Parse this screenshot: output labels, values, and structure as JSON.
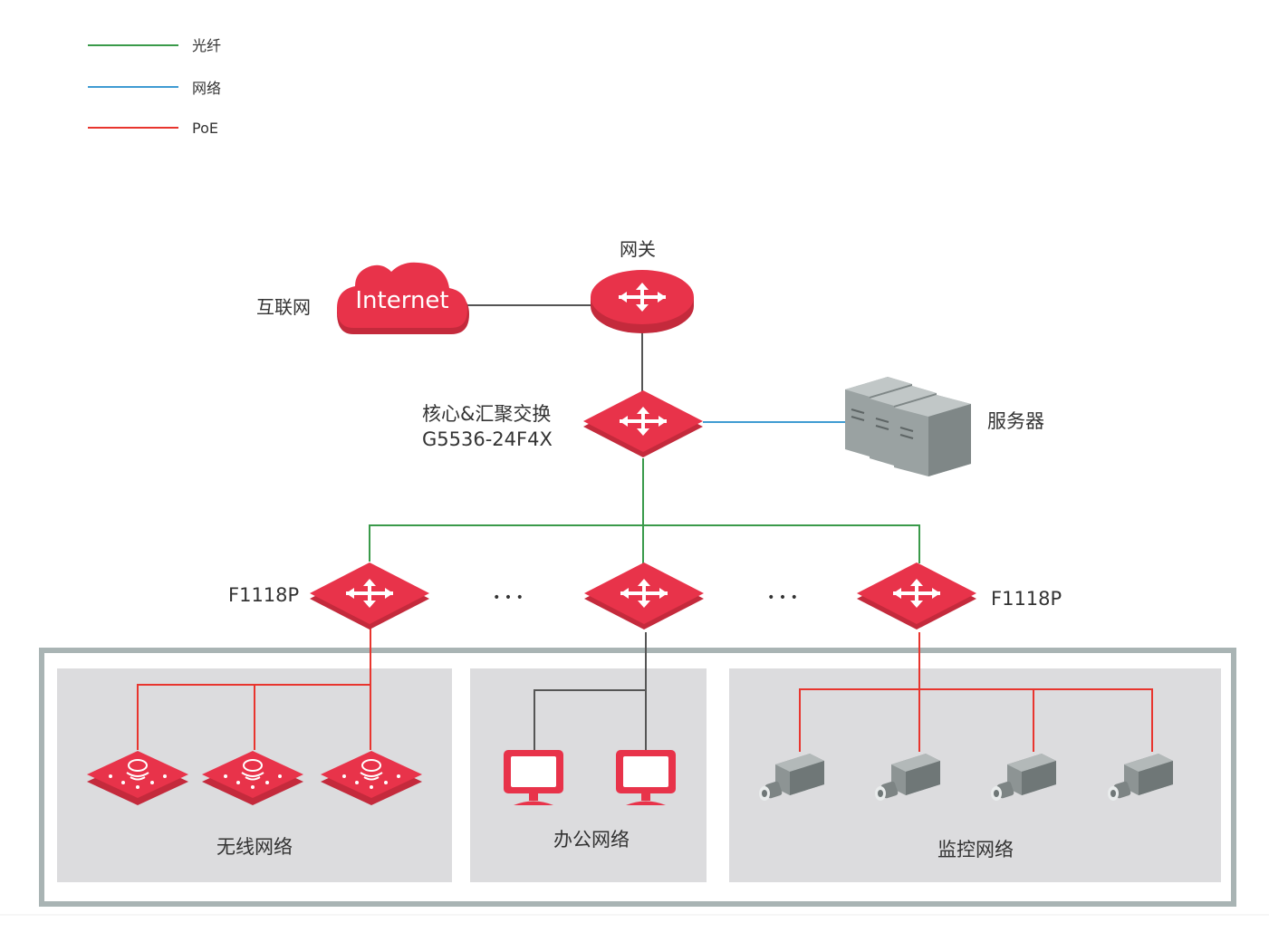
{
  "legend": [
    {
      "label": "光纤",
      "color": "#3a9a4a"
    },
    {
      "label": "网络",
      "color": "#3f9bd2"
    },
    {
      "label": "PoE",
      "color": "#e8352e"
    }
  ],
  "internet": {
    "cloud_text": "Internet",
    "label": "互联网"
  },
  "gateway": {
    "label": "网关"
  },
  "core_switch": {
    "label_line1": "核心&汇聚交换",
    "label_line2": "G5536-24F4X"
  },
  "server": {
    "label": "服务器"
  },
  "access_switches": {
    "left_label": "F1118P",
    "right_label": "F1118P",
    "ellipsis": "• • •"
  },
  "zones": {
    "wireless": {
      "label": "无线网络"
    },
    "office": {
      "label": "办公网络"
    },
    "monitor": {
      "label": "监控网络"
    }
  },
  "colors": {
    "device_red": "#e8334a",
    "device_red_dark": "#c42a3c",
    "zone_bg": "#dcdcde",
    "zone_border": "#a9b4b4",
    "line_gray": "#555555"
  }
}
